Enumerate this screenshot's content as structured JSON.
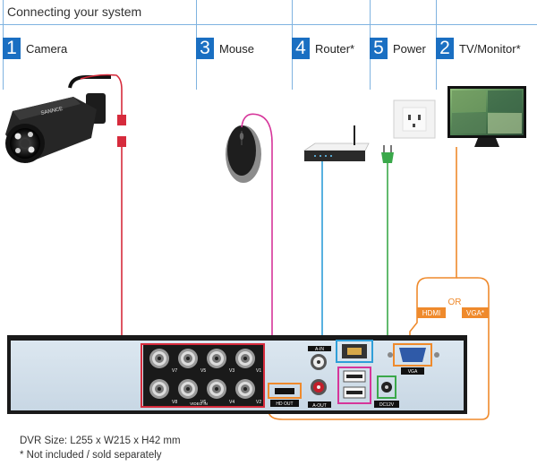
{
  "title": "Connecting your system",
  "devices": [
    {
      "num": "1",
      "label": "Camera"
    },
    {
      "num": "3",
      "label": "Mouse"
    },
    {
      "num": "4",
      "label": "Router*"
    },
    {
      "num": "5",
      "label": "Power"
    },
    {
      "num": "2",
      "label": "TV/Monitor*"
    }
  ],
  "camera_brand": "SANNCE",
  "or_label": "OR",
  "hdmi_tag": "HDMI",
  "vga_tag": "VGA*",
  "port_labels": {
    "video_in": "VIDEO IN",
    "v7": "V7",
    "v5": "V5",
    "v3": "V3",
    "v1": "V1",
    "v8": "V8",
    "v6": "V6",
    "v4": "V4",
    "v2": "V2",
    "a_in": "A-IN",
    "a_out": "A-OUT",
    "hd_out": "HD OUT",
    "vga": "VGA",
    "dc12v": "DC12V"
  },
  "footnote_size": "DVR Size: L255 x W215 x H42 mm",
  "footnote_note": "* Not included / sold separately",
  "colors": {
    "accent": "#1a6fc2",
    "camera_cable": "#d62b3c",
    "mouse_cable": "#d6359a",
    "router_cable": "#2f9ed8",
    "power_cable": "#3aa84a",
    "monitor_cable": "#ef8a2c",
    "dvr_body": "#d4e1ec"
  }
}
